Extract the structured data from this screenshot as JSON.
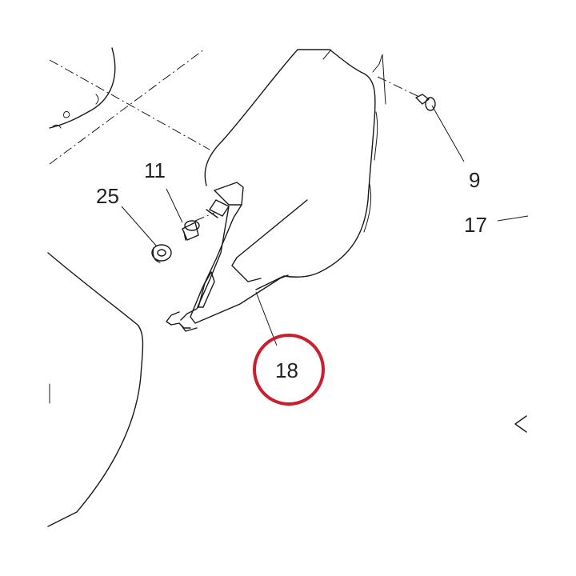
{
  "diagram": {
    "callouts": [
      {
        "id": "9",
        "label": "9"
      },
      {
        "id": "11",
        "label": "11"
      },
      {
        "id": "17",
        "label": "17"
      },
      {
        "id": "18",
        "label": "18"
      },
      {
        "id": "25",
        "label": "25"
      }
    ],
    "highlighted_callout": "18",
    "highlight_color": "#cc1f2d",
    "line_color": "#1a1a1a"
  }
}
